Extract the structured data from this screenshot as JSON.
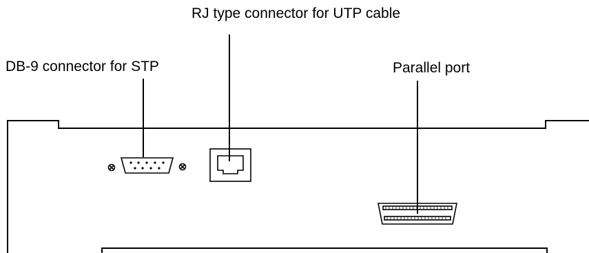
{
  "labels": {
    "rj_connector": "RJ type connector for UTP cable",
    "db9_connector": "DB-9 connector for STP",
    "parallel_port": "Parallel port"
  },
  "colors": {
    "line": "#000000",
    "background": "#ffffff"
  }
}
